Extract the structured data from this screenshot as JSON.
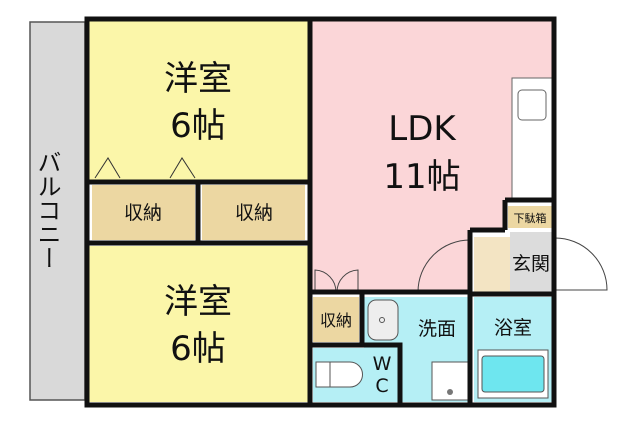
{
  "floor_plan": {
    "balcony": {
      "label": "バルコニー",
      "color": "#d9d9d9"
    },
    "rooms": [
      {
        "id": "western-room-1",
        "name": "洋室",
        "size": "6帖",
        "color": "#fbf6a9"
      },
      {
        "id": "western-room-2",
        "name": "洋室",
        "size": "6帖",
        "color": "#fbf6a9"
      },
      {
        "id": "ldk",
        "name": "LDK",
        "size": "11帖",
        "color": "#fbd6d8"
      }
    ],
    "storage_label": "収納",
    "shoe_box_label": "下駄箱",
    "entrance_label": "玄関",
    "washroom_label": "洗面",
    "bathroom_label": "浴室",
    "toilet_label_w": "W",
    "toilet_label_c": "C",
    "colors": {
      "storage": "#ecd7a2",
      "wet_area": "#b5eff5",
      "tub": "#6ee6ef",
      "entrance_tile": "#dcdcdc",
      "wall": "#111111"
    }
  }
}
